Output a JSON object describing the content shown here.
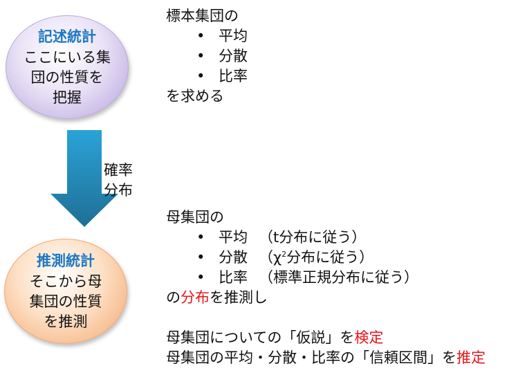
{
  "descriptive": {
    "title": "記述統計",
    "lines": [
      "ここにいる集",
      "団の性質を",
      "把握"
    ]
  },
  "inferential": {
    "title": "推測統計",
    "lines": [
      "そこから母",
      "集団の性質",
      "を推測"
    ]
  },
  "arrow_label": [
    "確率",
    "分布"
  ],
  "sample_block": {
    "heading": "標本集団の",
    "items": [
      "平均",
      "分散",
      "比率"
    ],
    "footer": "を求める"
  },
  "population_block": {
    "heading": "母集団の",
    "items": [
      {
        "label": "平均",
        "note": "（t分布に従う）"
      },
      {
        "label": "分散",
        "note_pre": "（χ",
        "note_sup": "2",
        "note_post": "分布に従う）"
      },
      {
        "label": "比率",
        "note": "（標準正規分布に従う）"
      }
    ],
    "footer_pre": "の",
    "footer_red": "分布",
    "footer_post": "を推測し"
  },
  "conclusions": {
    "line1_pre": "母集団についての「仮説」を",
    "line1_red": "検定",
    "line2_pre": "母集団の平均・分散・比率の「信頼区間」を",
    "line2_red": "推定"
  },
  "colors": {
    "title_blue": "#1f78c1",
    "highlight_red": "#e8151b",
    "arrow_top": "#2aa3d8",
    "arrow_bottom": "#1f6f95",
    "ellipse_top_fill": "#c6b6e4",
    "ellipse_bottom_fill": "#f7b886"
  }
}
